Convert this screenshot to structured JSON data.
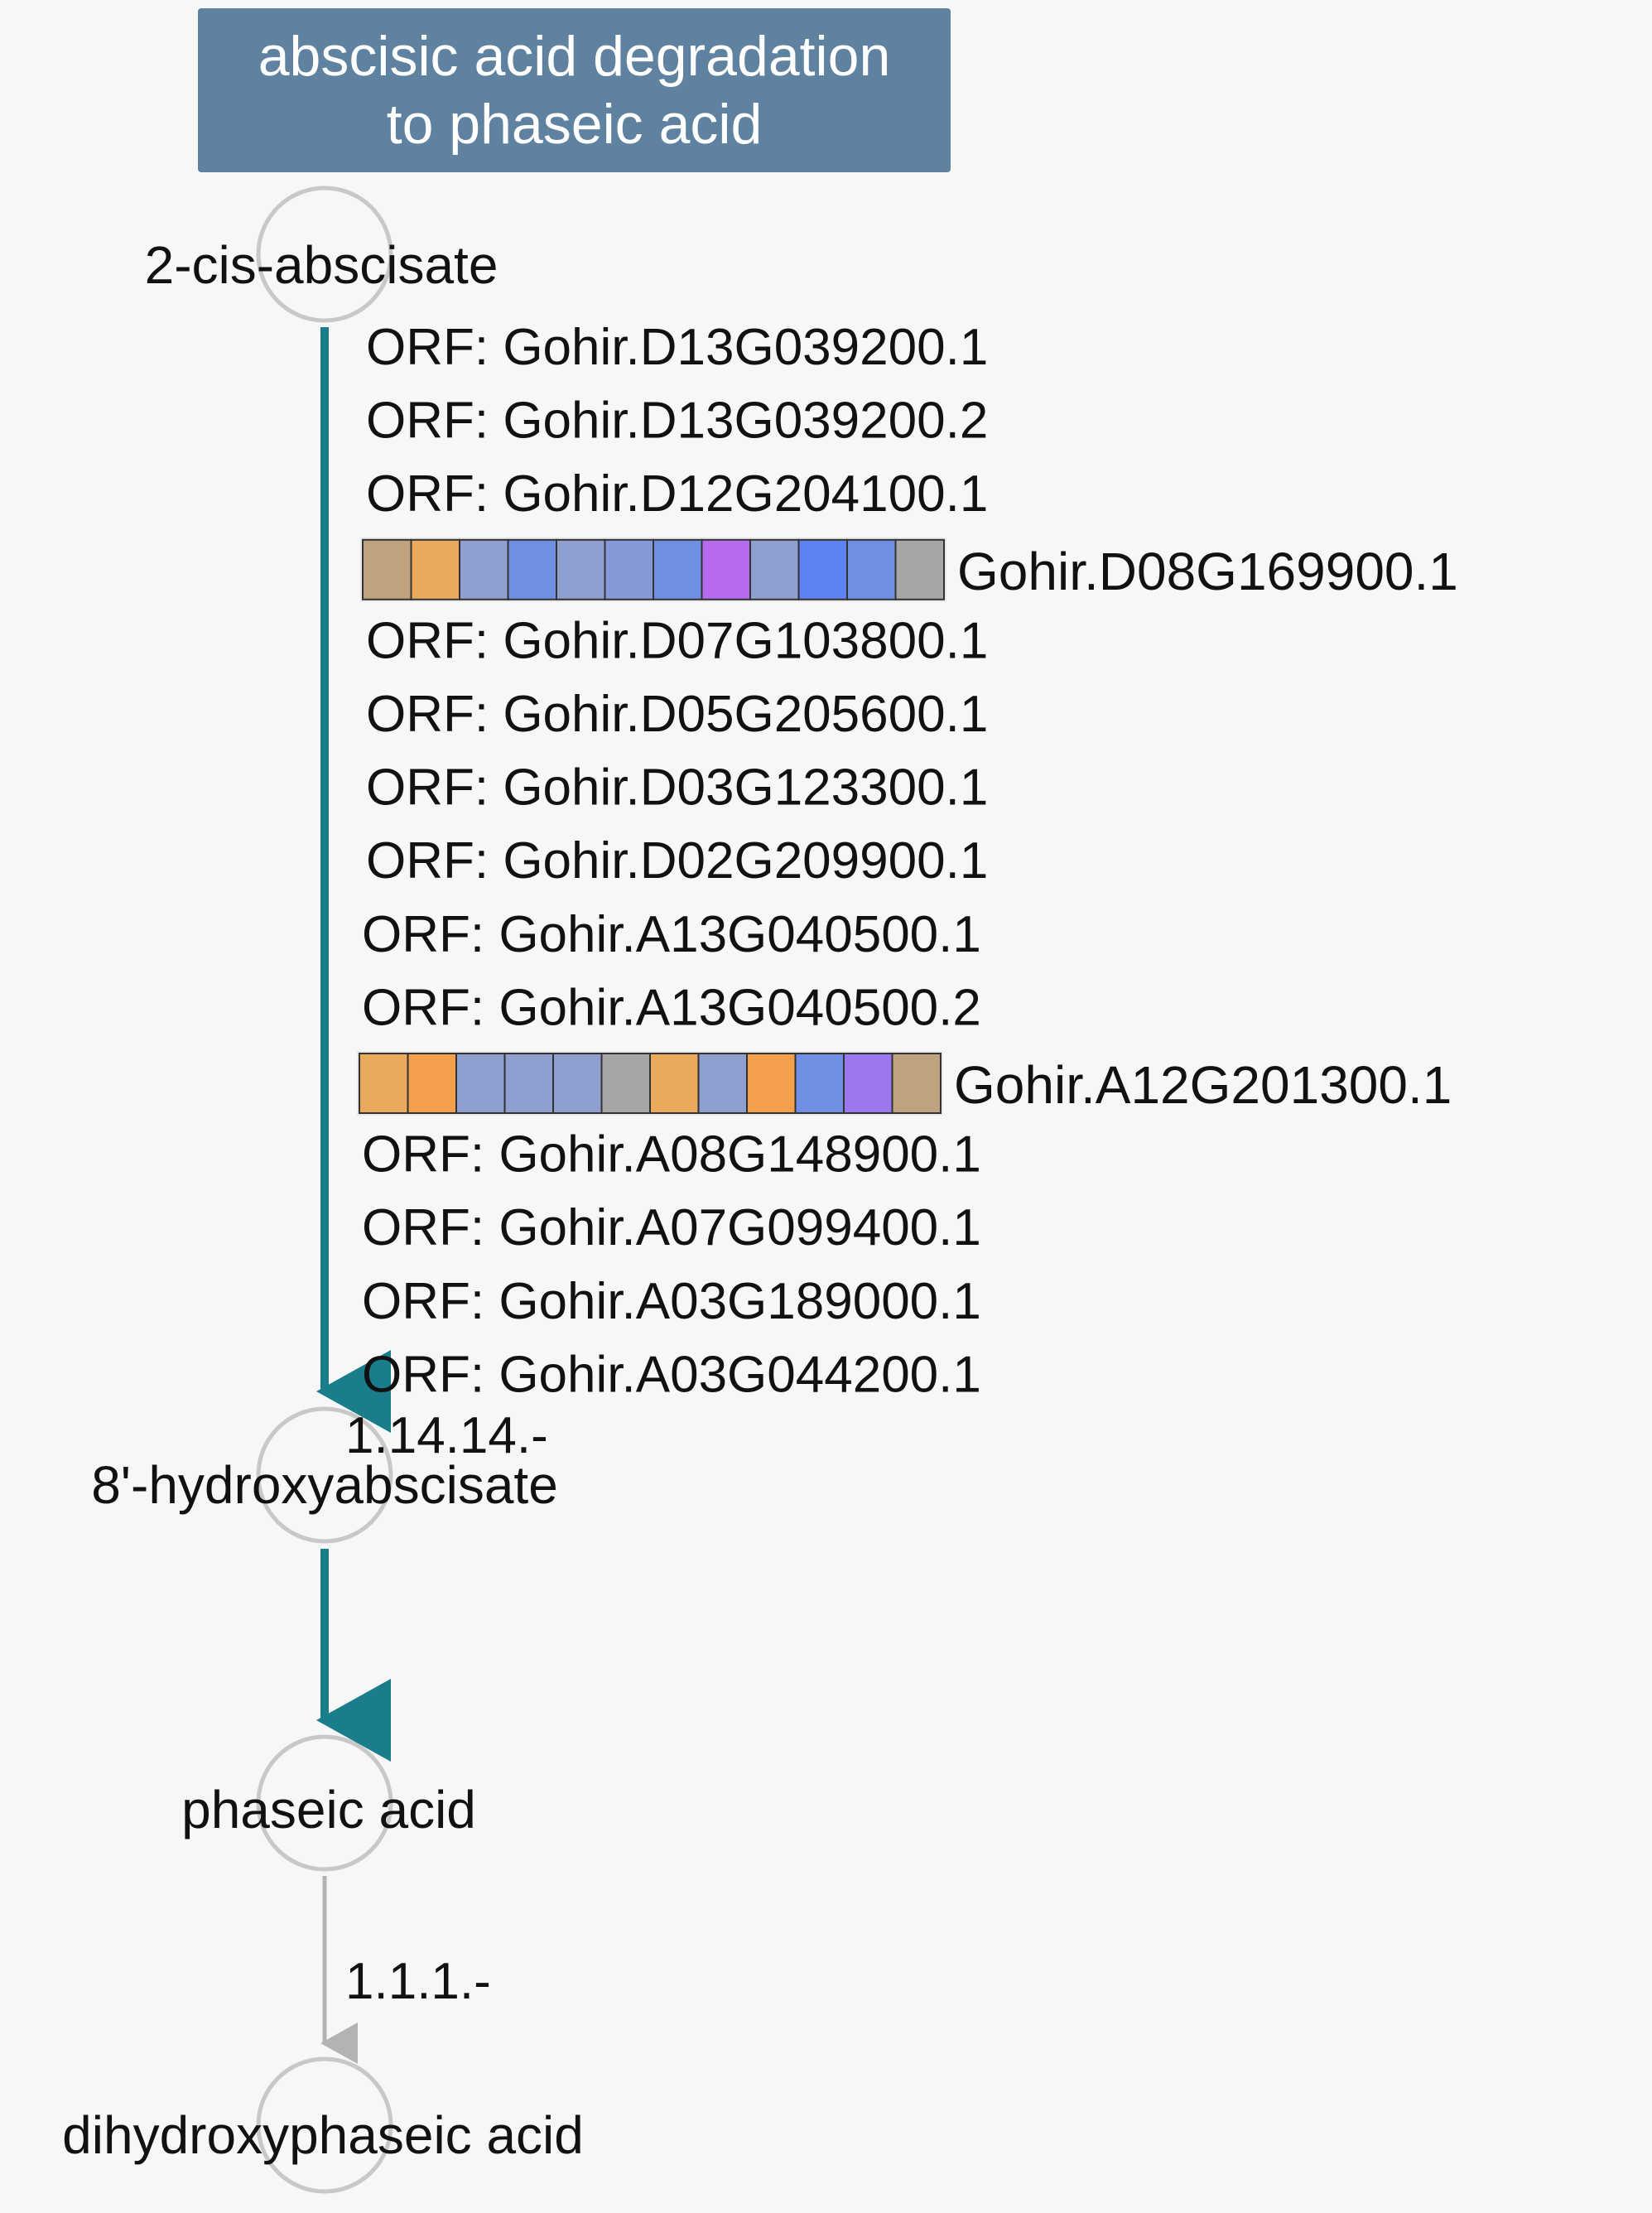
{
  "pathway": {
    "title_line1": "abscisic acid degradation",
    "title_line2": "to phaseic acid"
  },
  "compounds": [
    "2-cis-abscisate",
    "8'-hydroxyabscisate",
    "phaseic acid",
    "dihydroxyphaseic acid"
  ],
  "reactions": [
    {
      "ec": "1.14.14.-",
      "arrow_color": "#1a7d8c",
      "rows": [
        {
          "kind": "orf",
          "text": "ORF: Gohir.D13G039200.1"
        },
        {
          "kind": "orf",
          "text": "ORF: Gohir.D13G039200.2"
        },
        {
          "kind": "orf",
          "text": "ORF: Gohir.D12G204100.1"
        },
        {
          "kind": "gene",
          "text": "Gohir.D08G169900.1",
          "cells": [
            "#bfa27e",
            "#e9aa5e",
            "#8e9fd0",
            "#6f8fe2",
            "#8e9fd0",
            "#8598d8",
            "#6f8fe2",
            "#b56af0",
            "#8e9fd0",
            "#5e82ef",
            "#6f8fe2",
            "#a6a6a6"
          ]
        },
        {
          "kind": "orf",
          "text": "ORF: Gohir.D07G103800.1"
        },
        {
          "kind": "orf",
          "text": "ORF: Gohir.D05G205600.1"
        },
        {
          "kind": "orf",
          "text": "ORF: Gohir.D03G123300.1"
        },
        {
          "kind": "orf",
          "text": "ORF: Gohir.D02G209900.1"
        },
        {
          "kind": "orf",
          "text": "ORF: Gohir.A13G040500.1"
        },
        {
          "kind": "orf",
          "text": "ORF: Gohir.A13G040500.2"
        },
        {
          "kind": "gene",
          "text": "Gohir.A12G201300.1",
          "cells": [
            "#e9aa5e",
            "#f2a04c",
            "#8e9fd0",
            "#8e9fd0",
            "#8e9fd0",
            "#a6a6a6",
            "#e9aa5e",
            "#8e9fd0",
            "#f2a04c",
            "#6f8fe2",
            "#9c78f0",
            "#bfa27e"
          ]
        },
        {
          "kind": "orf",
          "text": "ORF: Gohir.A08G148900.1"
        },
        {
          "kind": "orf",
          "text": "ORF: Gohir.A07G099400.1"
        },
        {
          "kind": "orf",
          "text": "ORF: Gohir.A03G189000.1"
        },
        {
          "kind": "orf",
          "text": "ORF: Gohir.A03G044200.1"
        }
      ]
    },
    {
      "ec": "",
      "arrow_color": "#1a7d8c",
      "rows": []
    },
    {
      "ec": "1.1.1.-",
      "arrow_color": "#b3b3b3",
      "rows": []
    }
  ]
}
